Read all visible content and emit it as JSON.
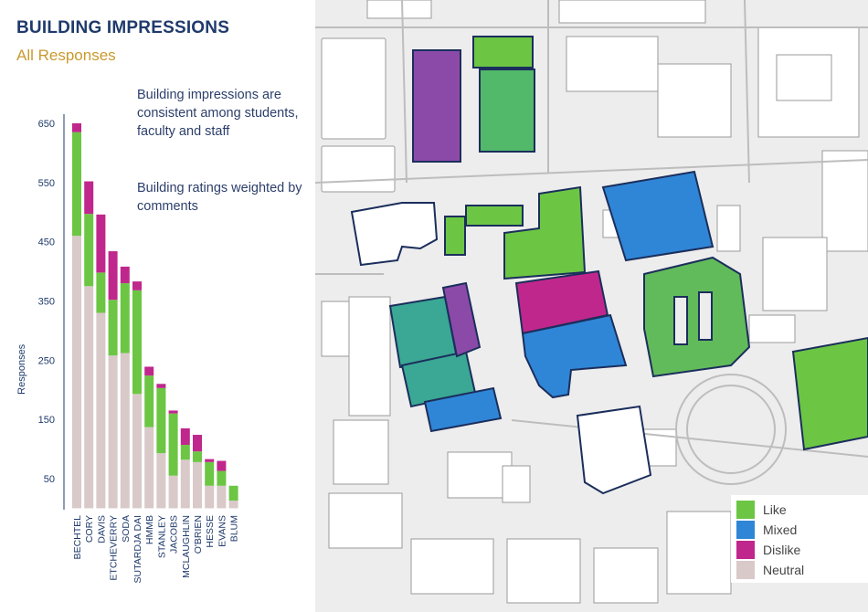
{
  "header": {
    "title": "BUILDING IMPRESSIONS",
    "subtitle": "All Responses"
  },
  "notes": {
    "note1": "Building impressions are consistent among students, faculty and staff",
    "note2": "Building ratings weighted by comments"
  },
  "colors": {
    "like": "#6cc644",
    "mixed": "#2f86d6",
    "dislike": "#c0278c",
    "neutral": "#d9c9c9",
    "purple_building": "#8c4aa8",
    "outline": "#1b2e5c"
  },
  "chart_data": {
    "type": "bar",
    "stacked": true,
    "ylabel": "Responses",
    "xlabel": "",
    "ylim": [
      0,
      650
    ],
    "yticks": [
      50,
      150,
      250,
      350,
      450,
      550,
      650
    ],
    "categories": [
      "BECHTEL",
      "CORY",
      "DAVIS",
      "ETCHEVERRY",
      "SODA",
      "SUTARDJA DAI",
      "HMMB",
      "STANLEY",
      "JACOBS",
      "MCLAUGHLIN",
      "O'BRIEN",
      "HESSE",
      "EVANS",
      "BLUM"
    ],
    "series": [
      {
        "name": "Neutral",
        "color": "#d9c9c9",
        "values": [
          460,
          375,
          330,
          258,
          262,
          193,
          137,
          93,
          55,
          82,
          78,
          38,
          38,
          13
        ]
      },
      {
        "name": "Like",
        "color": "#6cc644",
        "values": [
          175,
          122,
          68,
          94,
          118,
          175,
          87,
          110,
          105,
          25,
          18,
          40,
          25,
          25
        ]
      },
      {
        "name": "Dislike",
        "color": "#c0278c",
        "values": [
          15,
          55,
          98,
          82,
          28,
          15,
          15,
          7,
          5,
          28,
          28,
          5,
          17,
          0
        ]
      }
    ]
  },
  "legend": {
    "items": [
      {
        "label": "Like",
        "color": "#6cc644"
      },
      {
        "label": "Mixed",
        "color": "#2f86d6"
      },
      {
        "label": "Dislike",
        "color": "#c0278c"
      },
      {
        "label": "Neutral",
        "color": "#d9c9c9"
      }
    ]
  }
}
